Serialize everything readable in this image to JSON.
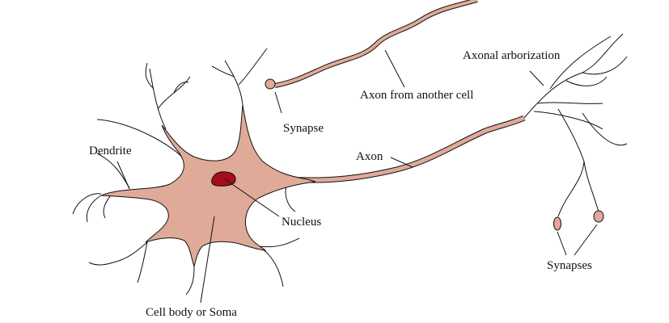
{
  "title": "Neuron structure",
  "labels": {
    "axonal_arborization": "Axonal arborization",
    "axon_from_another_cell": "Axon from another cell",
    "synapse": "Synapse",
    "dendrite": "Dendrite",
    "axon": "Axon",
    "nucleus": "Nucleus",
    "synapses": "Synapses",
    "cell_body": "Cell body or Soma"
  },
  "colors": {
    "cell": "#e0aa98",
    "nucleus": "#a50d1e",
    "outline": "#111111"
  }
}
